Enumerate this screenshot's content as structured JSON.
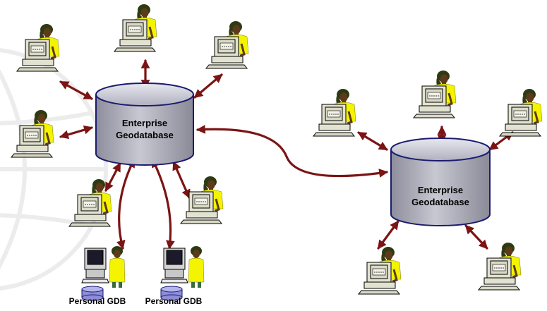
{
  "databases": {
    "left": {
      "line1": "Enterprise",
      "line2": "Geodatabase"
    },
    "right": {
      "line1": "Enterprise",
      "line2": "Geodatabase"
    }
  },
  "personal": [
    {
      "label": "Personal GDB"
    },
    {
      "label": "Personal GDB"
    }
  ],
  "colors": {
    "arrow": "#7b1414",
    "db_fill": "#b9b9c4",
    "db_stroke": "#1b1b6e",
    "monitor": "#e2e2d0",
    "shirt": "#f4f400",
    "hair": "#2e3a12",
    "skin": "#5c3a1a"
  },
  "icons": {
    "workstation": "user-at-computer-icon",
    "personal": "personal-computer-icon",
    "database": "database-cylinder-icon"
  }
}
